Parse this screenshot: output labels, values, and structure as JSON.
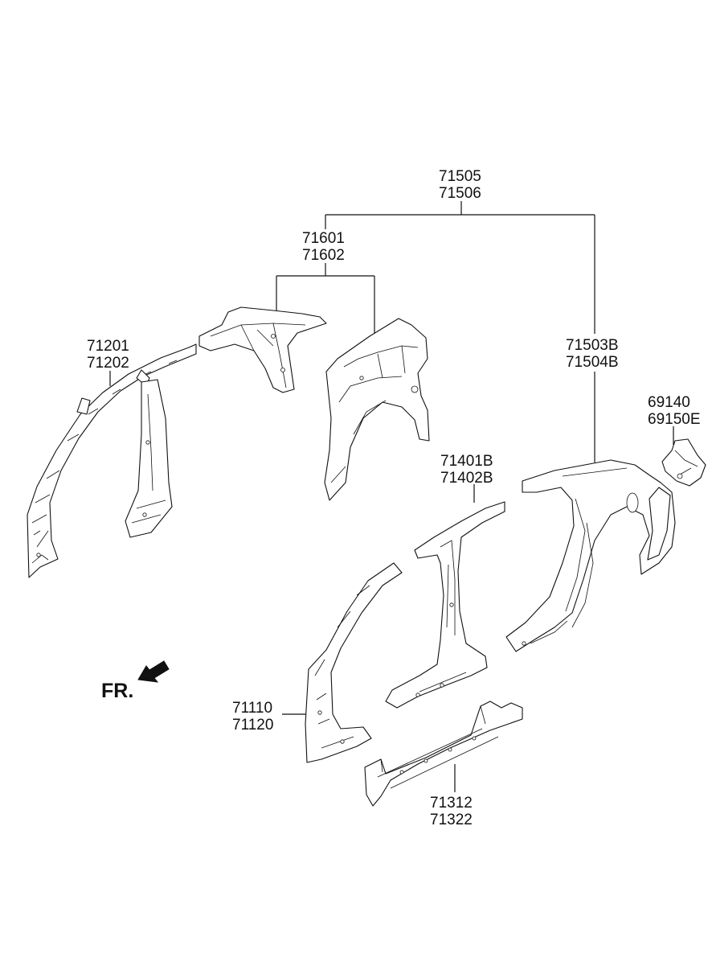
{
  "callouts": {
    "top_assembly": {
      "line1": "71505",
      "line2": "71506"
    },
    "rear_inner_group": {
      "line1": "71601",
      "line2": "71602"
    },
    "front_inner_upper": {
      "line1": "71201",
      "line2": "71202"
    },
    "quarter_panel": {
      "line1": "71503B",
      "line2": "71504B"
    },
    "fuel_door_bracket": {
      "line1": "69140",
      "line2": "69150E"
    },
    "center_pillar": {
      "line1": "71401B",
      "line2": "71402B"
    },
    "front_pillar_outer": {
      "line1": "71110",
      "line2": "71120"
    },
    "side_sill": {
      "line1": "71312",
      "line2": "71322"
    }
  },
  "orientation": {
    "label": "FR."
  }
}
